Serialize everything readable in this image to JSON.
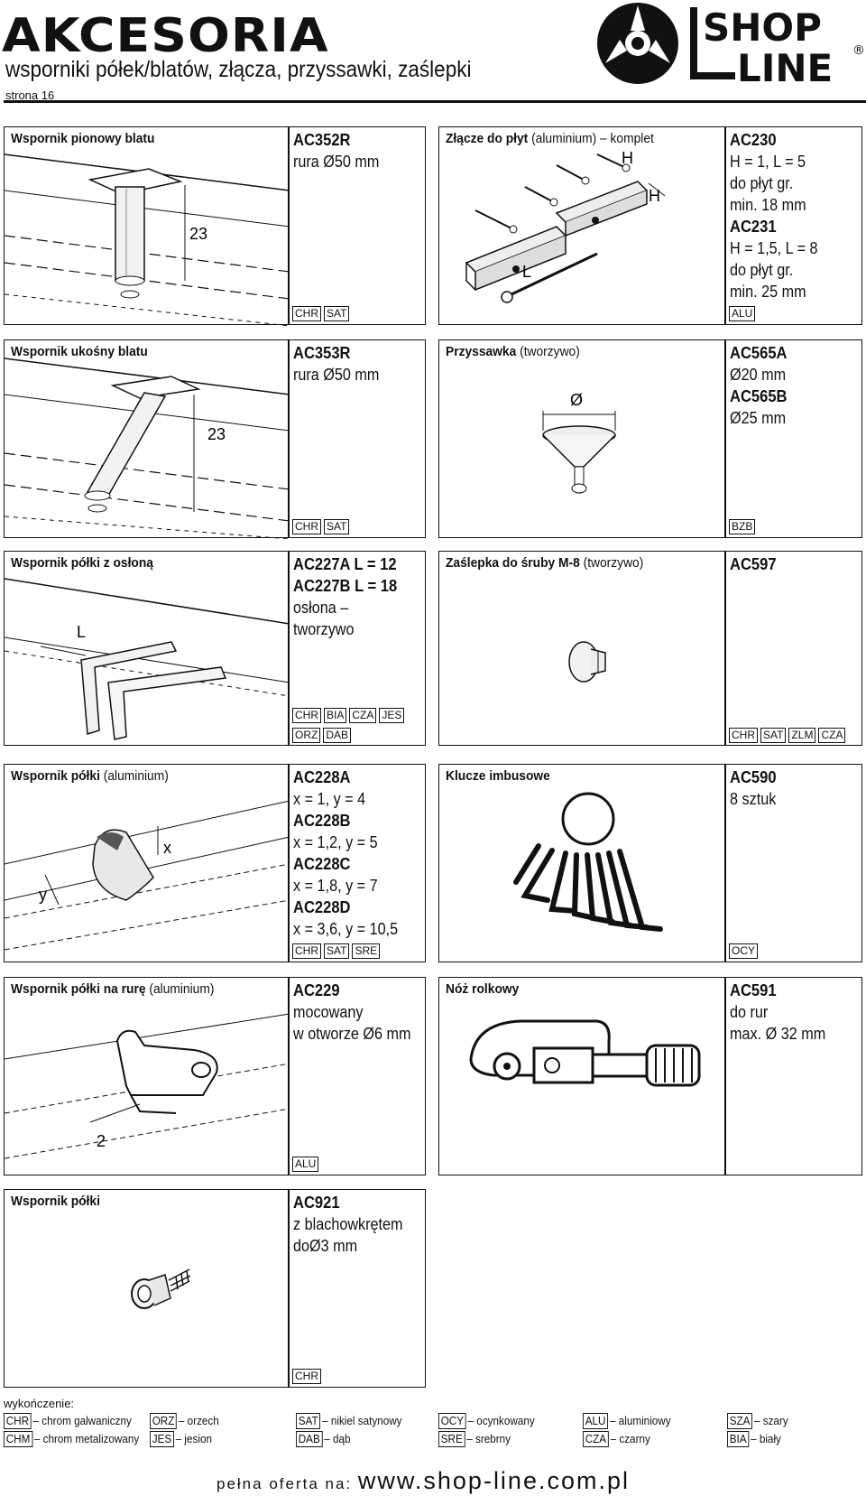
{
  "header": {
    "brand": "AKCESORIA",
    "subtitle": "wsporniki półek/blatów, złącza, przyssawki, zaślepki",
    "page_label": "strona 16",
    "logo_text_top": "SHOP",
    "logo_text_bottom": "LINE",
    "logo_mark": "®"
  },
  "products": {
    "p1": {
      "title_bold": "Wspornik pionowy blatu",
      "title_light": "",
      "lines": [
        [
          "AC352R",
          "code"
        ],
        [
          "rura Ø50 mm",
          "desc"
        ]
      ],
      "finishes": [
        "CHR",
        "SAT"
      ],
      "figure_labels": [
        "23"
      ]
    },
    "p2": {
      "title_bold": "Złącze do płyt",
      "title_light": " (aluminium) – komplet",
      "lines": [
        [
          "AC230",
          "code"
        ],
        [
          "H = 1, L  = 5",
          "desc"
        ],
        [
          "do płyt gr.",
          "desc"
        ],
        [
          "min. 18 mm",
          "desc"
        ],
        [
          "AC231",
          "code"
        ],
        [
          "H = 1,5, L  = 8",
          "desc"
        ],
        [
          "do płyt gr.",
          "desc"
        ],
        [
          "min. 25 mm",
          "desc"
        ]
      ],
      "finishes": [
        "ALU"
      ],
      "figure_labels": [
        "H",
        "H",
        "L"
      ]
    },
    "p3": {
      "title_bold": "Wspornik ukośny blatu",
      "title_light": "",
      "lines": [
        [
          "AC353R",
          "code"
        ],
        [
          "rura Ø50 mm",
          "desc"
        ]
      ],
      "finishes": [
        "CHR",
        "SAT"
      ],
      "figure_labels": [
        "23"
      ]
    },
    "p4": {
      "title_bold": "Przyssawka",
      "title_light": " (tworzywo)",
      "lines": [
        [
          "AC565A",
          "code"
        ],
        [
          "Ø20 mm",
          "desc"
        ],
        [
          "AC565B",
          "code"
        ],
        [
          "Ø25 mm",
          "desc"
        ]
      ],
      "finishes": [
        "BZB"
      ],
      "figure_labels": [
        "Ø"
      ]
    },
    "p5": {
      "title_bold": "Wspornik półki z osłoną",
      "title_light": "",
      "lines": [
        [
          "AC227A  L = 12",
          "code"
        ],
        [
          "AC227B  L = 18",
          "code"
        ],
        [
          "osłona –",
          "desc"
        ],
        [
          "tworzywo",
          "desc"
        ]
      ],
      "finishes": [
        "CHR",
        "BIA",
        "CZA",
        "JES",
        "ORZ",
        "DAB"
      ],
      "figure_labels": [
        "L"
      ]
    },
    "p6": {
      "title_bold": "Zaślepka do śruby M-8",
      "title_light": " (tworzywo)",
      "lines": [
        [
          "AC597",
          "code"
        ]
      ],
      "finishes": [
        "CHR",
        "SAT",
        "ZLM",
        "CZA"
      ],
      "figure_labels": []
    },
    "p7": {
      "title_bold": "Wspornik półki",
      "title_light": " (aluminium)",
      "lines": [
        [
          "AC228A",
          "code"
        ],
        [
          "x = 1, y = 4",
          "desc"
        ],
        [
          "AC228B",
          "code"
        ],
        [
          "x = 1,2, y = 5",
          "desc"
        ],
        [
          "AC228C",
          "code"
        ],
        [
          "x = 1,8, y = 7",
          "desc"
        ],
        [
          "AC228D",
          "code"
        ],
        [
          "x = 3,6, y = 10,5",
          "desc"
        ]
      ],
      "finishes": [
        "CHR",
        "SAT",
        "SRE"
      ],
      "figure_labels": [
        "x",
        "y"
      ]
    },
    "p8": {
      "title_bold": "Klucze imbusowe",
      "title_light": "",
      "lines": [
        [
          "AC590",
          "code"
        ],
        [
          "8 sztuk",
          "desc"
        ]
      ],
      "finishes": [
        "OCY"
      ],
      "figure_labels": []
    },
    "p9": {
      "title_bold": "Wspornik półki na rurę",
      "title_light": " (aluminium)",
      "lines": [
        [
          "AC229",
          "code"
        ],
        [
          "mocowany",
          "desc"
        ],
        [
          "w otworze Ø6 mm",
          "desc"
        ]
      ],
      "finishes": [
        "ALU"
      ],
      "figure_labels": [
        "2"
      ]
    },
    "p10": {
      "title_bold": "Nóż rolkowy",
      "title_light": "",
      "lines": [
        [
          "AC591",
          "code"
        ],
        [
          "do rur",
          "desc"
        ],
        [
          "max. Ø 32 mm",
          "desc"
        ]
      ],
      "finishes": [],
      "figure_labels": []
    },
    "p11": {
      "title_bold": "Wspornik półki",
      "title_light": "",
      "lines": [
        [
          "AC921",
          "code"
        ],
        [
          "z blachowkrętem",
          "desc"
        ],
        [
          "doØ3 mm",
          "desc"
        ]
      ],
      "finishes": [
        "CHR"
      ],
      "figure_labels": []
    }
  },
  "legend": {
    "title": "wykończenie:",
    "items": [
      {
        "code": "CHR",
        "label": "– chrom galwaniczny"
      },
      {
        "code": "CHM",
        "label": "– chrom metalizowany"
      },
      {
        "code": "ORZ",
        "label": "– orzech"
      },
      {
        "code": "JES",
        "label": "– jesion"
      },
      {
        "code": "SAT",
        "label": "– nikiel satynowy"
      },
      {
        "code": "DAB",
        "label": "– dąb"
      },
      {
        "code": "OCY",
        "label": "– ocynkowany"
      },
      {
        "code": "SRE",
        "label": "– srebrny"
      },
      {
        "code": "ALU",
        "label": "– aluminiowy"
      },
      {
        "code": "CZA",
        "label": "– czarny"
      },
      {
        "code": "SZA",
        "label": "– szary"
      },
      {
        "code": "BIA",
        "label": "– biały"
      }
    ]
  },
  "footer": {
    "prefix": "pełna oferta na:",
    "url": "www.shop-line.com.pl"
  }
}
